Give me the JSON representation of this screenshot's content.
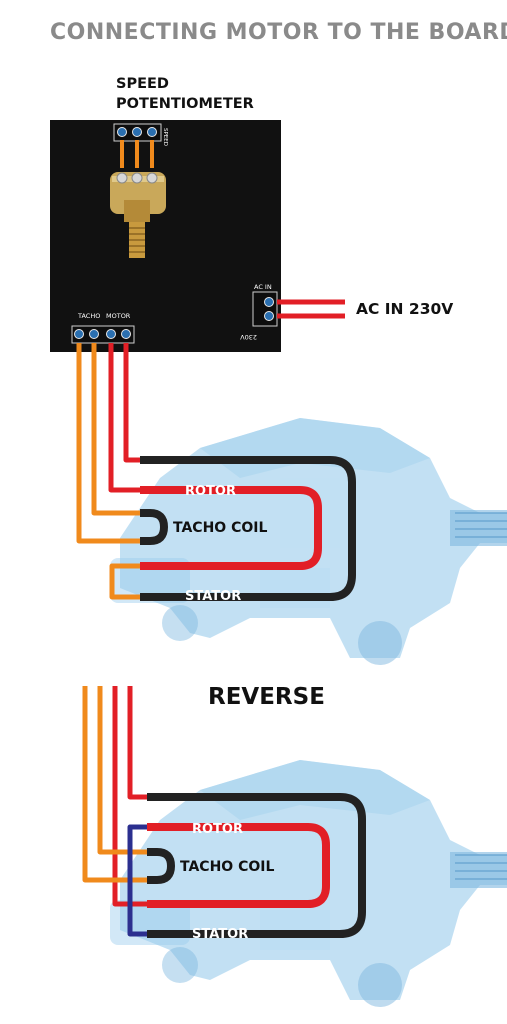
{
  "title": "CONNECTING MOTOR TO THE BOARD",
  "board": {
    "pot_label_line1": "SPEED",
    "pot_label_line2": "POTENTIOMETER",
    "speed_terminal": "SPEED",
    "tacho_terminal": "TACHO",
    "motor_terminal": "MOTOR",
    "ac_terminal": "AC IN",
    "ac_terminal_voltage": "230V"
  },
  "ac_input_label": "AC IN 230V",
  "diagram1": {
    "rotor": "ROTOR",
    "tacho_coil": "TACHO COIL",
    "stator": "STATOR"
  },
  "reverse_title": "REVERSE",
  "diagram2": {
    "rotor": "ROTOR",
    "tacho_coil": "TACHO COIL",
    "stator": "STATOR"
  },
  "colors": {
    "wire_red": "#e21f26",
    "wire_orange": "#f08a1c",
    "wire_black": "#222222",
    "wire_blue": "#2b2f8f",
    "motor_body": "#8fc6ea",
    "board": "#111111",
    "terminal": "#2a6fb0"
  }
}
